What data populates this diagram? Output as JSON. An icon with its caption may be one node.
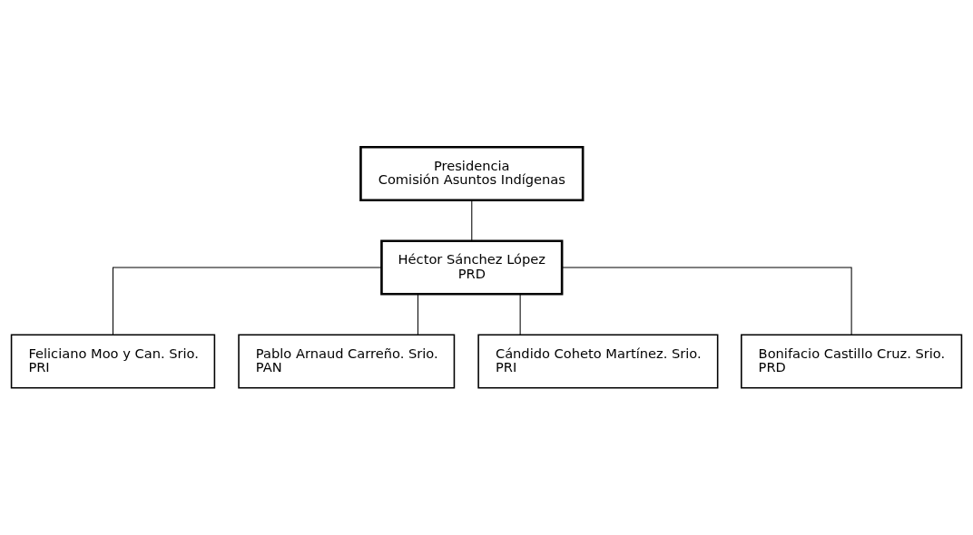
{
  "diagram": {
    "nodes": [
      {
        "text": [
          "Presidencia",
          "Comisión Asuntos Indígenas"
        ]
      },
      {
        "text": [
          "Héctor Sánchez López",
          "PRD"
        ]
      },
      {
        "text": [
          "Feliciano Moo y Can. Srio.",
          "PRI"
        ]
      },
      {
        "text": [
          "Pablo Arnaud Carreño. Srio.",
          "PAN"
        ]
      },
      {
        "text": [
          "Cándido Coheto Martínez. Srio.",
          "PRI"
        ]
      },
      {
        "text": [
          "Bonifacio Castillo Cruz. Srio.",
          "PRD"
        ]
      }
    ],
    "edges": [
      {
        "from": 0,
        "to": 1,
        "arrow": "none"
      },
      {
        "from": 1,
        "to": 2,
        "arrow": "none"
      },
      {
        "from": 1,
        "to": 3,
        "arrow": "none"
      },
      {
        "from": 1,
        "to": 4,
        "arrow": "none"
      },
      {
        "from": 1,
        "to": 5,
        "arrow": "none"
      }
    ]
  }
}
